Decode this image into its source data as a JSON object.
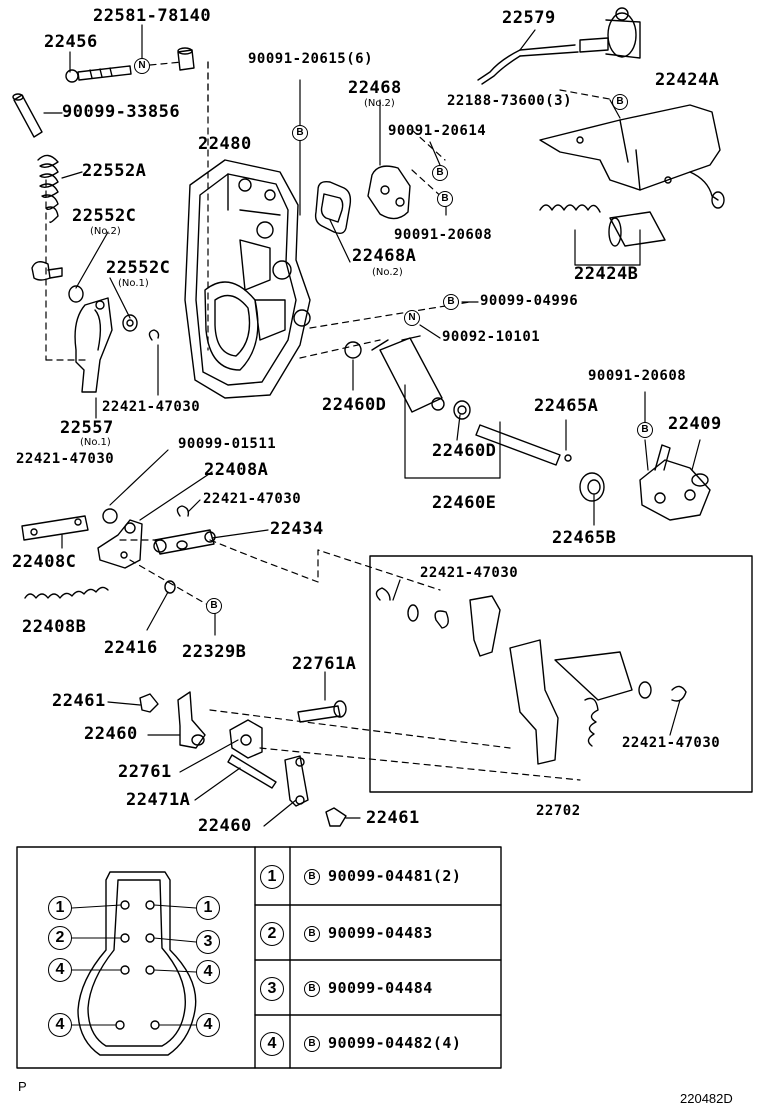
{
  "diagram": {
    "callouts": {
      "p22581_78140": "22581-78140",
      "p22456": "22456",
      "p90099_33856": "90099-33856",
      "p22552A": "22552A",
      "p22552C_2": "22552C",
      "p22552C_2_sub": "(No.2)",
      "p22552C_1": "22552C",
      "p22552C_1_sub": "(No.1)",
      "p22557": "22557",
      "p22557_sub": "(No.1)",
      "p22421_47030_a": "22421-47030",
      "p22421_47030_b": "22421-47030",
      "p22421_47030_c": "22421-47030",
      "p22421_47030_d": "22421-47030",
      "p22421_47030_e": "22421-47030",
      "p90091_20615": "90091-20615(6)",
      "p22480": "22480",
      "p22468": "22468",
      "p22468_sub": "(No.2)",
      "p90091_20614": "90091-20614",
      "p90091_20608_a": "90091-20608",
      "p22468A": "22468A",
      "p22468A_sub": "(No.2)",
      "p22579": "22579",
      "p22424A": "22424A",
      "p22188_73600": "22188-73600(3)",
      "p22424B": "22424B",
      "p90099_04996": "90099-04996",
      "p90092_10101": "90092-10101",
      "p22460D_a": "22460D",
      "p22460D_b": "22460D",
      "p22460E": "22460E",
      "p22465A": "22465A",
      "p22465B": "22465B",
      "p90091_20608_b": "90091-20608",
      "p22409": "22409",
      "p90099_01511": "90099-01511",
      "p22408A": "22408A",
      "p22434": "22434",
      "p22408C": "22408C",
      "p22408B": "22408B",
      "p22416": "22416",
      "p22329B": "22329B",
      "p22761A": "22761A",
      "p22461_a": "22461",
      "p22460_a": "22460",
      "p22761": "22761",
      "p22471A": "22471A",
      "p22460_b": "22460",
      "p22461_b": "22461",
      "p22702": "22702"
    },
    "markers": {
      "n": "N",
      "b": "B"
    },
    "legend": {
      "rows": [
        {
          "num": "1",
          "mark": "B",
          "part": "90099-04481(2)"
        },
        {
          "num": "2",
          "mark": "B",
          "part": "90099-04483"
        },
        {
          "num": "3",
          "mark": "B",
          "part": "90099-04484"
        },
        {
          "num": "4",
          "mark": "B",
          "part": "90099-04482(4)"
        }
      ],
      "gasket_left": [
        "1",
        "2",
        "4",
        "4"
      ],
      "gasket_right": [
        "1",
        "3",
        "4",
        "4"
      ]
    },
    "footer": {
      "corner_letter": "P",
      "drawing_id": "220482D"
    }
  }
}
